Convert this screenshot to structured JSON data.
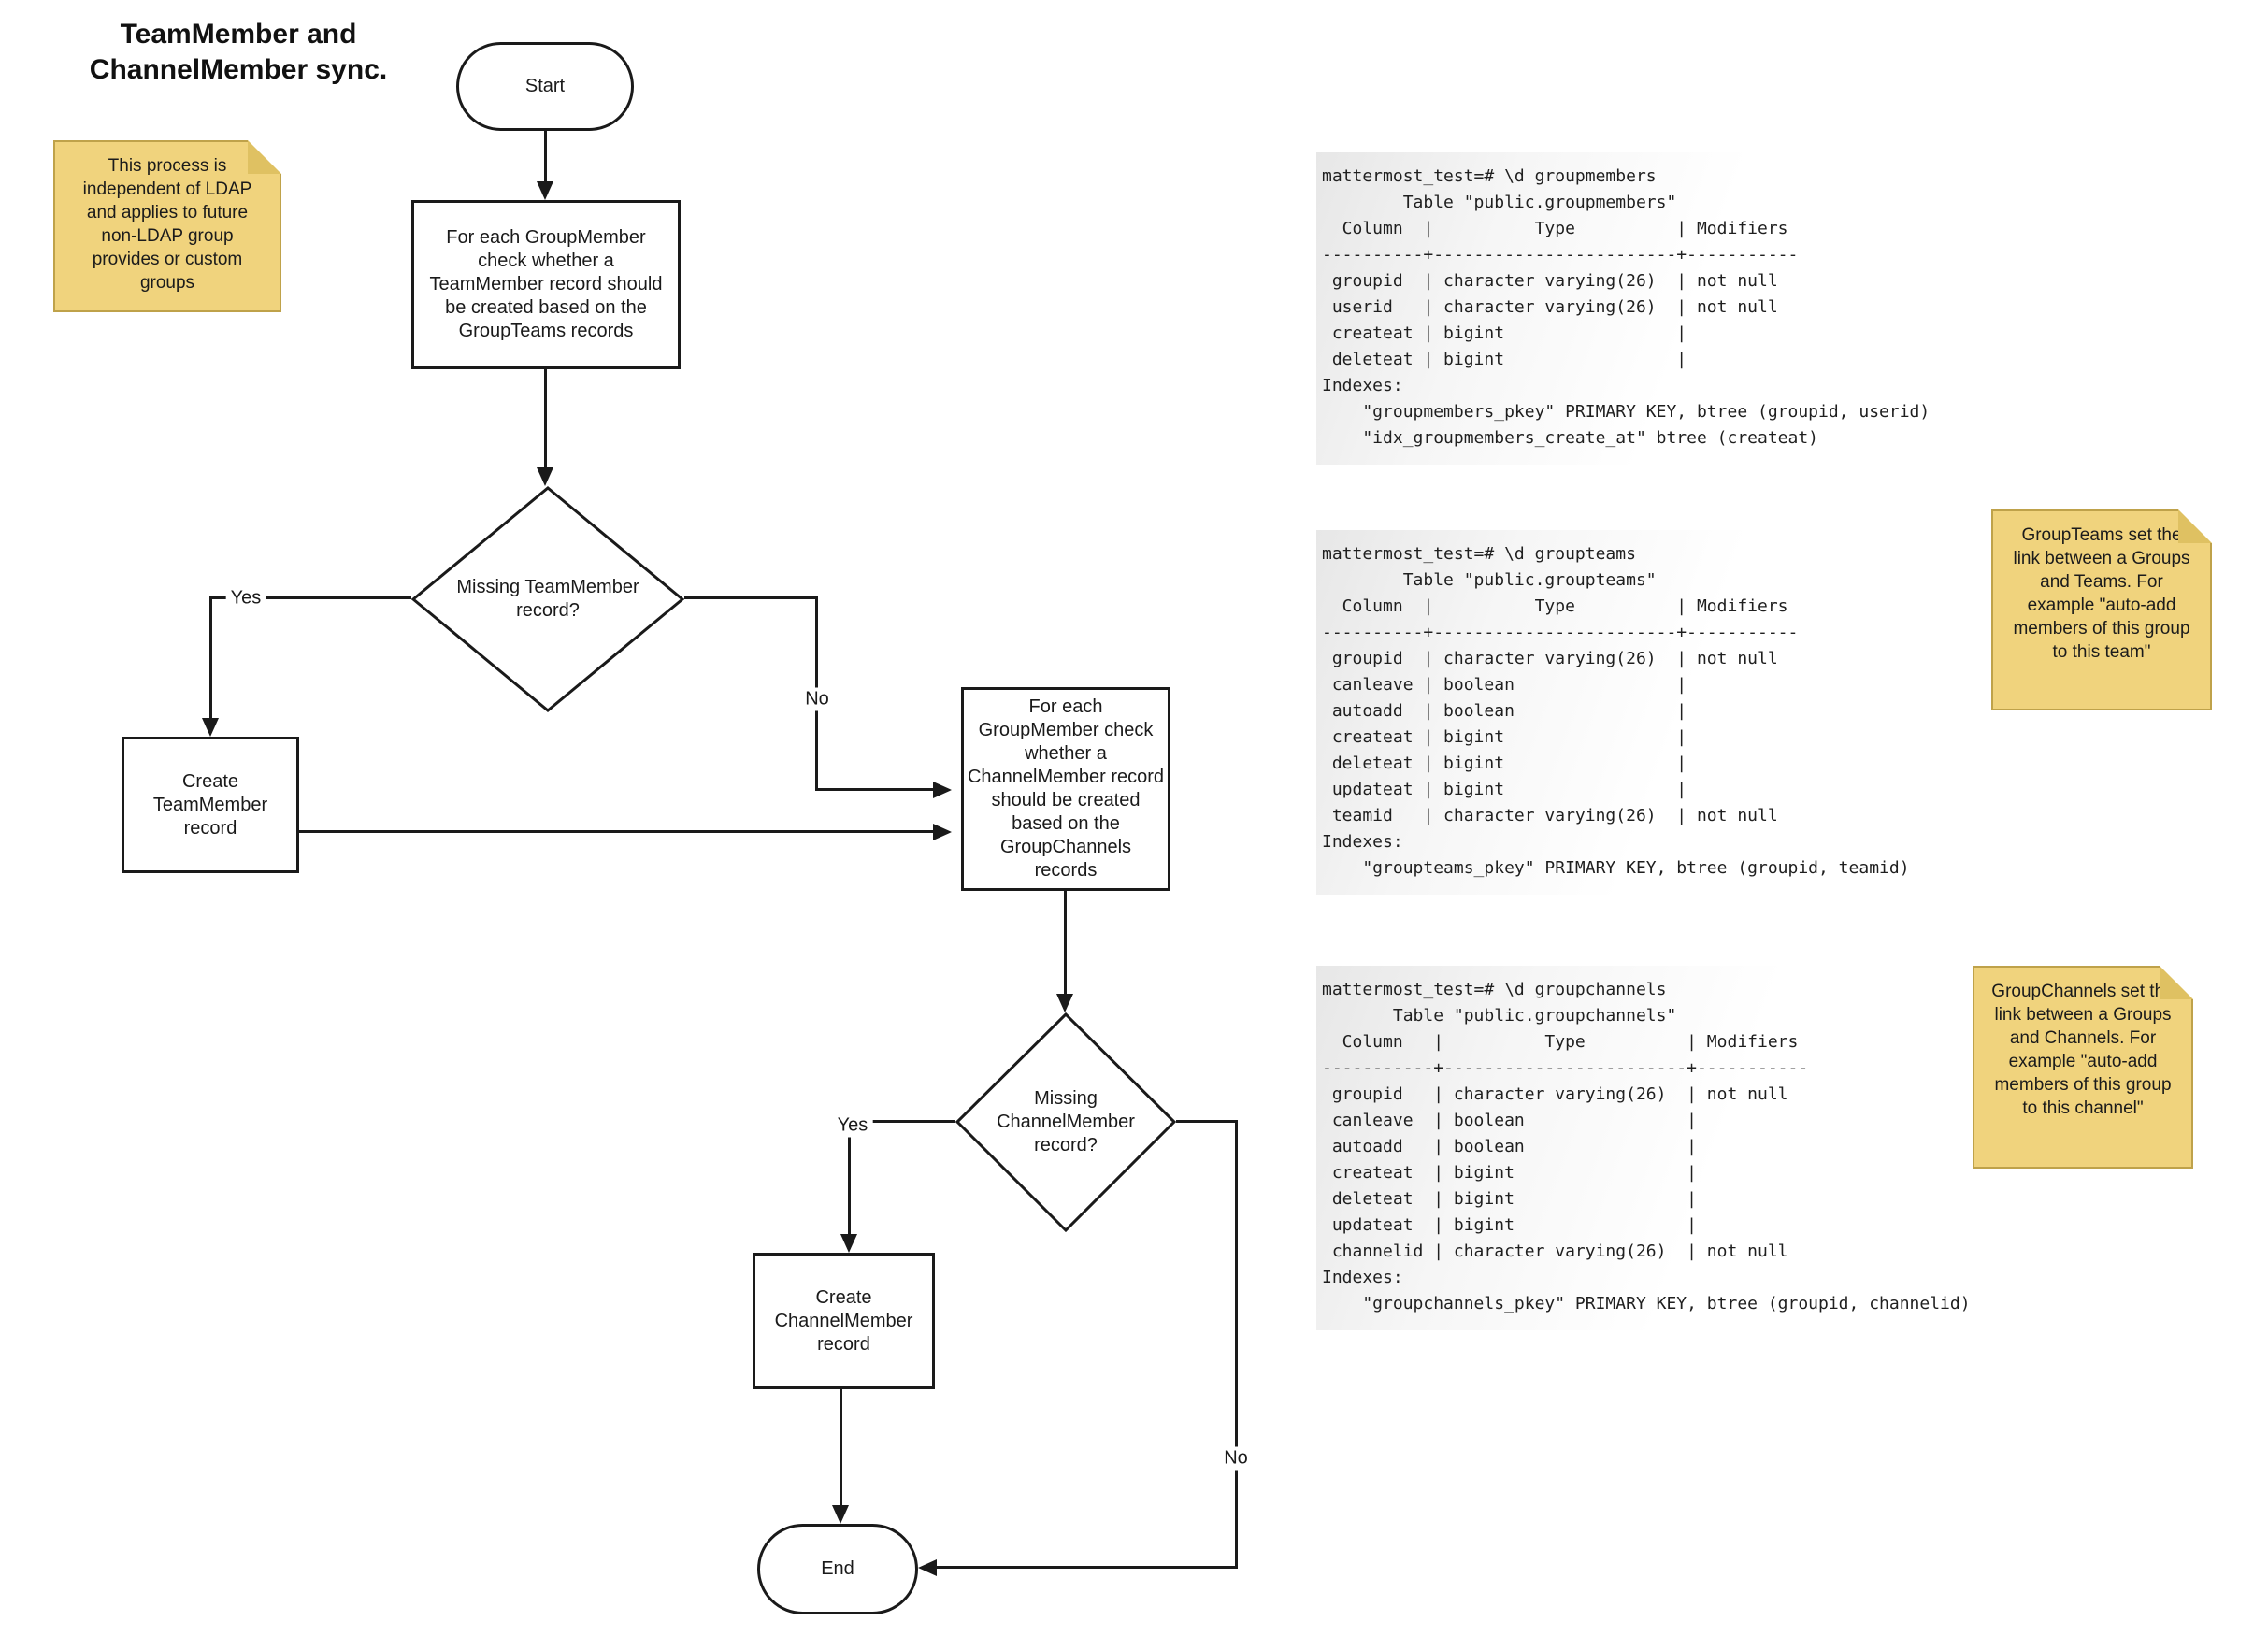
{
  "title_lines": [
    "TeamMember and",
    "ChannelMember sync."
  ],
  "notes": {
    "ldap_lines": [
      "This process is",
      "independent of LDAP",
      "and applies to future",
      "non-LDAP group",
      "provides or custom",
      "groups"
    ],
    "groupteams_lines": [
      "GroupTeams set the",
      "link between a Groups",
      "and Teams. For",
      "example \"auto-add",
      "members of this group",
      "to this team\""
    ],
    "groupchannels_lines": [
      "GroupChannels set the",
      "link between a Groups",
      "and Channels. For",
      "example \"auto-add",
      "members of this group",
      "to this channel\""
    ]
  },
  "flowchart": {
    "start": "Start",
    "end": "End",
    "check_teammember_lines": [
      "For each GroupMember",
      "check whether a",
      "TeamMember record should",
      "be created based on the",
      "GroupTeams records"
    ],
    "missing_teammember_lines": [
      "Missing TeamMember",
      "record?"
    ],
    "create_teammember_lines": [
      "Create",
      "TeamMember",
      "record"
    ],
    "check_channelmember_lines": [
      "For each",
      "GroupMember check",
      "whether a",
      "ChannelMember record",
      "should be created",
      "based on the",
      "GroupChannels",
      "records"
    ],
    "missing_channelmember_lines": [
      "Missing",
      "ChannelMember",
      "record?"
    ],
    "create_channelmember_lines": [
      "Create",
      "ChannelMember",
      "record"
    ],
    "labels": {
      "yes1": "Yes",
      "no1": "No",
      "yes2": "Yes",
      "no2": "No"
    }
  },
  "code_blocks": [
    {
      "name": "groupmembers",
      "lines": [
        "mattermost_test=# \\d groupmembers",
        "        Table \"public.groupmembers\"",
        "  Column  |          Type          | Modifiers",
        "----------+------------------------+-----------",
        " groupid  | character varying(26)  | not null",
        " userid   | character varying(26)  | not null",
        " createat | bigint                 |",
        " deleteat | bigint                 |",
        "Indexes:",
        "    \"groupmembers_pkey\" PRIMARY KEY, btree (groupid, userid)",
        "    \"idx_groupmembers_create_at\" btree (createat)"
      ]
    },
    {
      "name": "groupteams",
      "lines": [
        "mattermost_test=# \\d groupteams",
        "        Table \"public.groupteams\"",
        "  Column  |          Type          | Modifiers",
        "----------+------------------------+-----------",
        " groupid  | character varying(26)  | not null",
        " canleave | boolean                |",
        " autoadd  | boolean                |",
        " createat | bigint                 |",
        " deleteat | bigint                 |",
        " updateat | bigint                 |",
        " teamid   | character varying(26)  | not null",
        "Indexes:",
        "    \"groupteams_pkey\" PRIMARY KEY, btree (groupid, teamid)"
      ]
    },
    {
      "name": "groupchannels",
      "lines": [
        "mattermost_test=# \\d groupchannels",
        "       Table \"public.groupchannels\"",
        "  Column   |          Type          | Modifiers",
        "-----------+------------------------+-----------",
        " groupid   | character varying(26)  | not null",
        " canleave  | boolean                |",
        " autoadd   | boolean                |",
        " createat  | bigint                 |",
        " deleteat  | bigint                 |",
        " updateat  | bigint                 |",
        " channelid | character varying(26)  | not null",
        "Indexes:",
        "    \"groupchannels_pkey\" PRIMARY KEY, btree (groupid, channelid)"
      ]
    }
  ],
  "colors": {
    "note_fill": "#F0D37D",
    "note_border": "#BFA24A",
    "note_fold": "#DFC162",
    "line": "#1A1A1A",
    "code_text": "#1F1F1F",
    "code_bg_left": "#E7E7E7"
  }
}
